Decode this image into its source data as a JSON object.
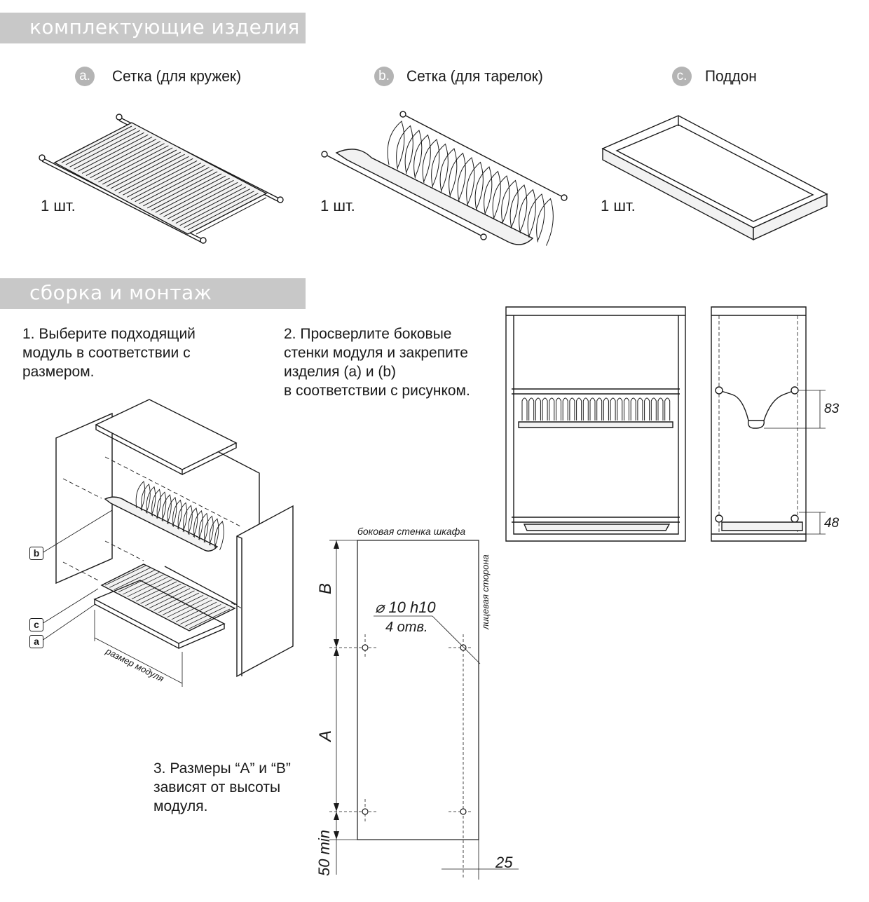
{
  "sections": {
    "components_title": "комплектующие изделия",
    "assembly_title": "сборка и монтаж"
  },
  "components": [
    {
      "badge": "a.",
      "name": "Сетка (для кружек)",
      "qty": "1 шт."
    },
    {
      "badge": "b.",
      "name": "Сетка (для тарелок)",
      "qty": "1 шт."
    },
    {
      "badge": "c.",
      "name": "Поддон",
      "qty": "1 шт."
    }
  ],
  "steps": {
    "step1": "1. Выберите подходящий\nмодуль в соответствии с\nразмером.",
    "step2": "2. Просверлите боковые\nстенки модуля и закрепите\nизделия  (a) и (b)\nв соответствии с рисунком.",
    "step3": "3. Размеры “A” и “B”\nзависят от высоты\nмодуля."
  },
  "exploded": {
    "label_b": "b",
    "label_c": "c",
    "label_a": "a",
    "module_size": "размер модуля"
  },
  "drill_diagram": {
    "side_wall": "боковая стенка шкафа",
    "face_side": "лицевая сторона",
    "hole_spec_line1": "⌀ 10 h10",
    "hole_spec_line2": "4 отв.",
    "dim_b": "B",
    "dim_a": "A",
    "dim_min": "50 min",
    "dim_25": "25"
  },
  "side_view": {
    "dim_83": "83",
    "dim_48": "48"
  },
  "colors": {
    "banner": "#c8c8c8",
    "badge": "#b4b4b4",
    "panel_fill": "#f2f2f2",
    "ink": "#1a1a1a"
  }
}
